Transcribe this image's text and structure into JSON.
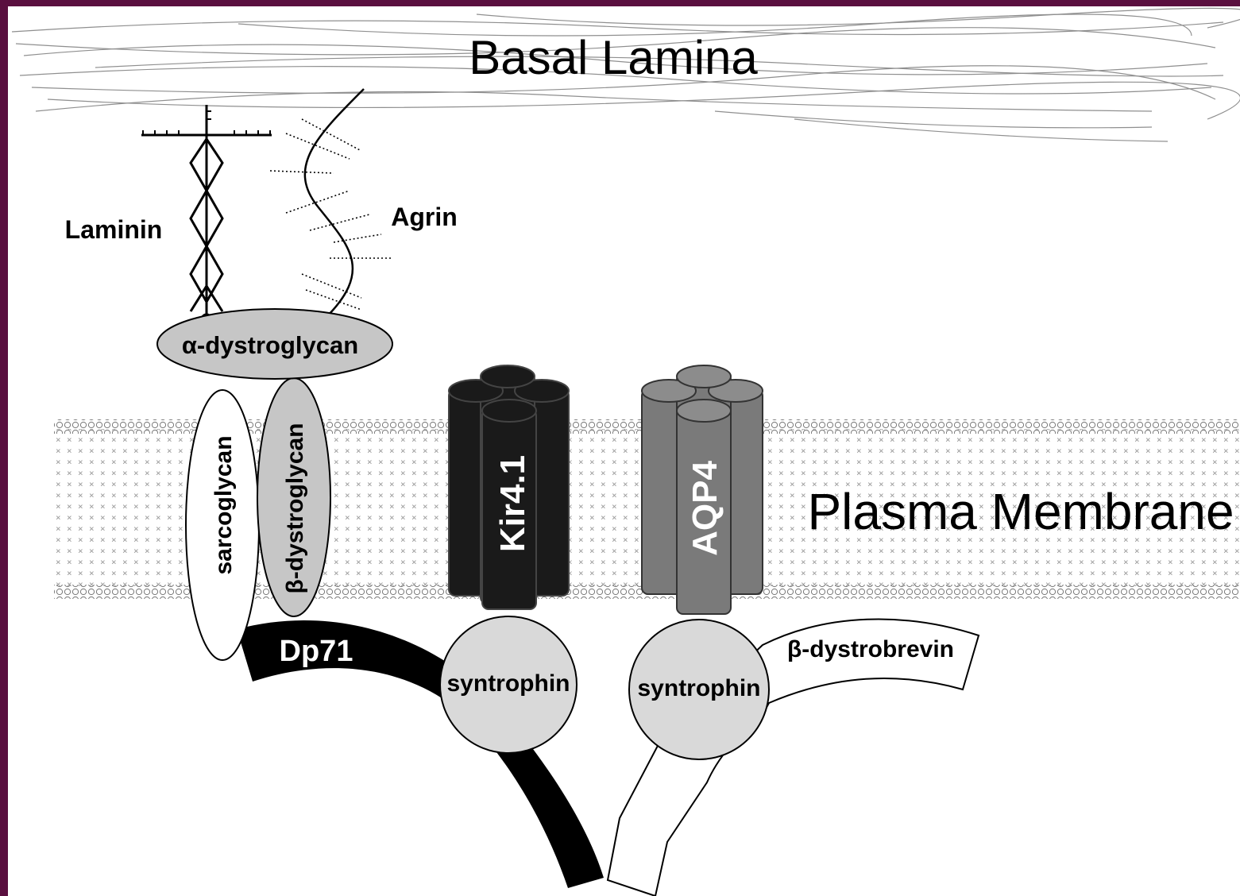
{
  "labels": {
    "basal_lamina": "Basal Lamina",
    "plasma_membrane": "Plasma Membrane",
    "laminin": "Laminin",
    "agrin": "Agrin",
    "alpha_dystroglycan": "α-dystroglycan",
    "sarcoglycan": "sarcoglycan",
    "beta_dystroglycan": "β-dystroglycan",
    "kir41": "Kir4.1",
    "aqp4": "AQP4",
    "dp71": "Dp71",
    "syntrophin_kir": "syntrophin",
    "syntrophin_aqp4": "syntrophin",
    "beta_dystrobrevin": "β-dystrobrevin"
  },
  "colors": {
    "frame": "#5a0f3f",
    "kir41": "#111111",
    "aqp4": "#7a7a7a",
    "dystroglycan": "#c6c6c6",
    "syntrophin": "#d9d9d9"
  }
}
